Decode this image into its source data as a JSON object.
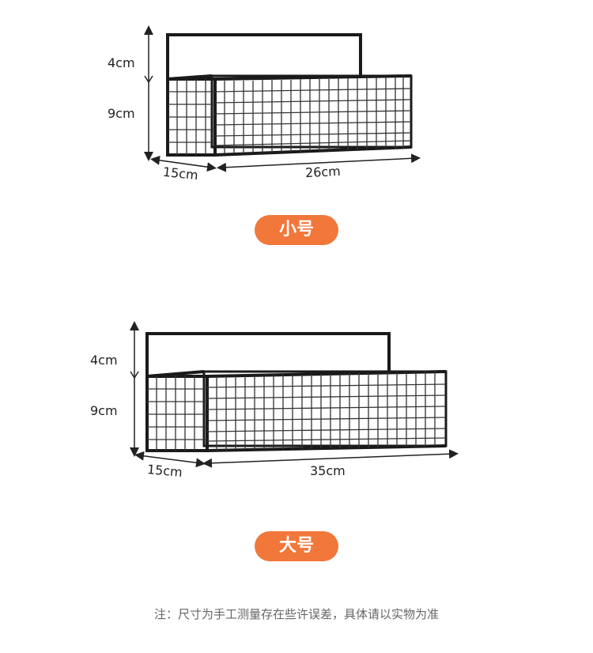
{
  "small": {
    "height_handle": "4cm",
    "height_basket": "9cm",
    "depth": "15cm",
    "width": "26cm",
    "badge": "小号"
  },
  "large": {
    "height_handle": "4cm",
    "height_basket": "9cm",
    "depth": "15cm",
    "width": "35cm",
    "badge": "大号"
  },
  "note": "注：尺寸为手工测量存在些许误差，具体请以实物为准",
  "colors": {
    "badge": "#f2773a",
    "basket": "#1a1a1a"
  }
}
